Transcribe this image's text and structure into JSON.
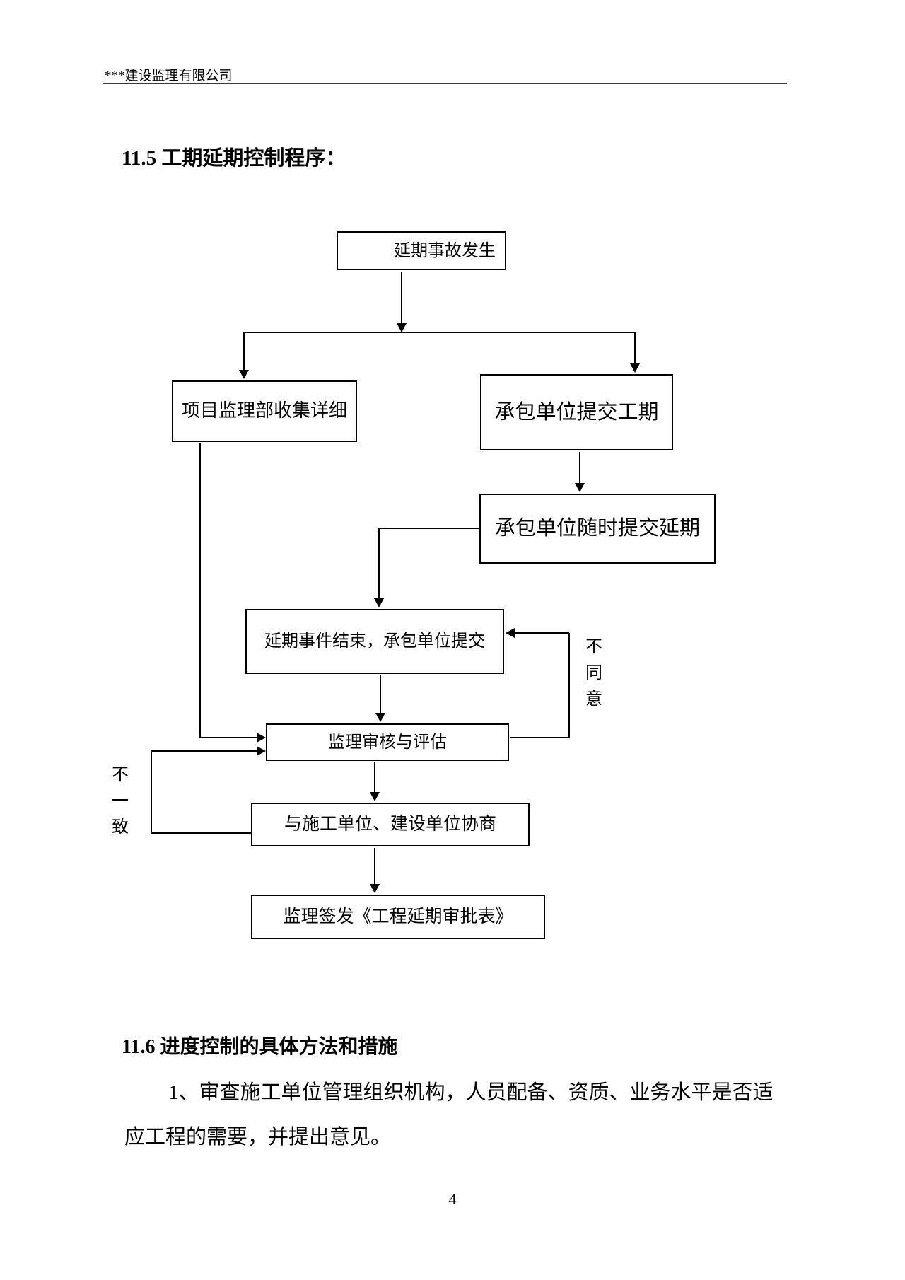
{
  "header": {
    "company": "***建设监理有限公司"
  },
  "section_115": {
    "title": "11.5 工期延期控制程序："
  },
  "flowchart": {
    "boxes": {
      "incident": "延期事故发生",
      "collect": "项目监理部收集详细",
      "submit_schedule": "承包单位提交工期",
      "submit_delay": "承包单位随时提交延期",
      "event_end": "延期事件结束，承包单位提交",
      "review": "监理审核与评估",
      "negotiate": "与施工单位、建设单位协商",
      "sign": "监理签发《工程延期审批表》"
    },
    "labels": {
      "disagree": "不同意",
      "inconsistent": "不一致"
    }
  },
  "section_116": {
    "title": "11.6 进度控制的具体方法和措施"
  },
  "paragraph": {
    "line1": "1、审查施工单位管理组织机构，人员配备、资质、业务水平是否适",
    "line2": "应工程的需要，并提出意见。"
  },
  "footer": {
    "page_number": "4"
  }
}
